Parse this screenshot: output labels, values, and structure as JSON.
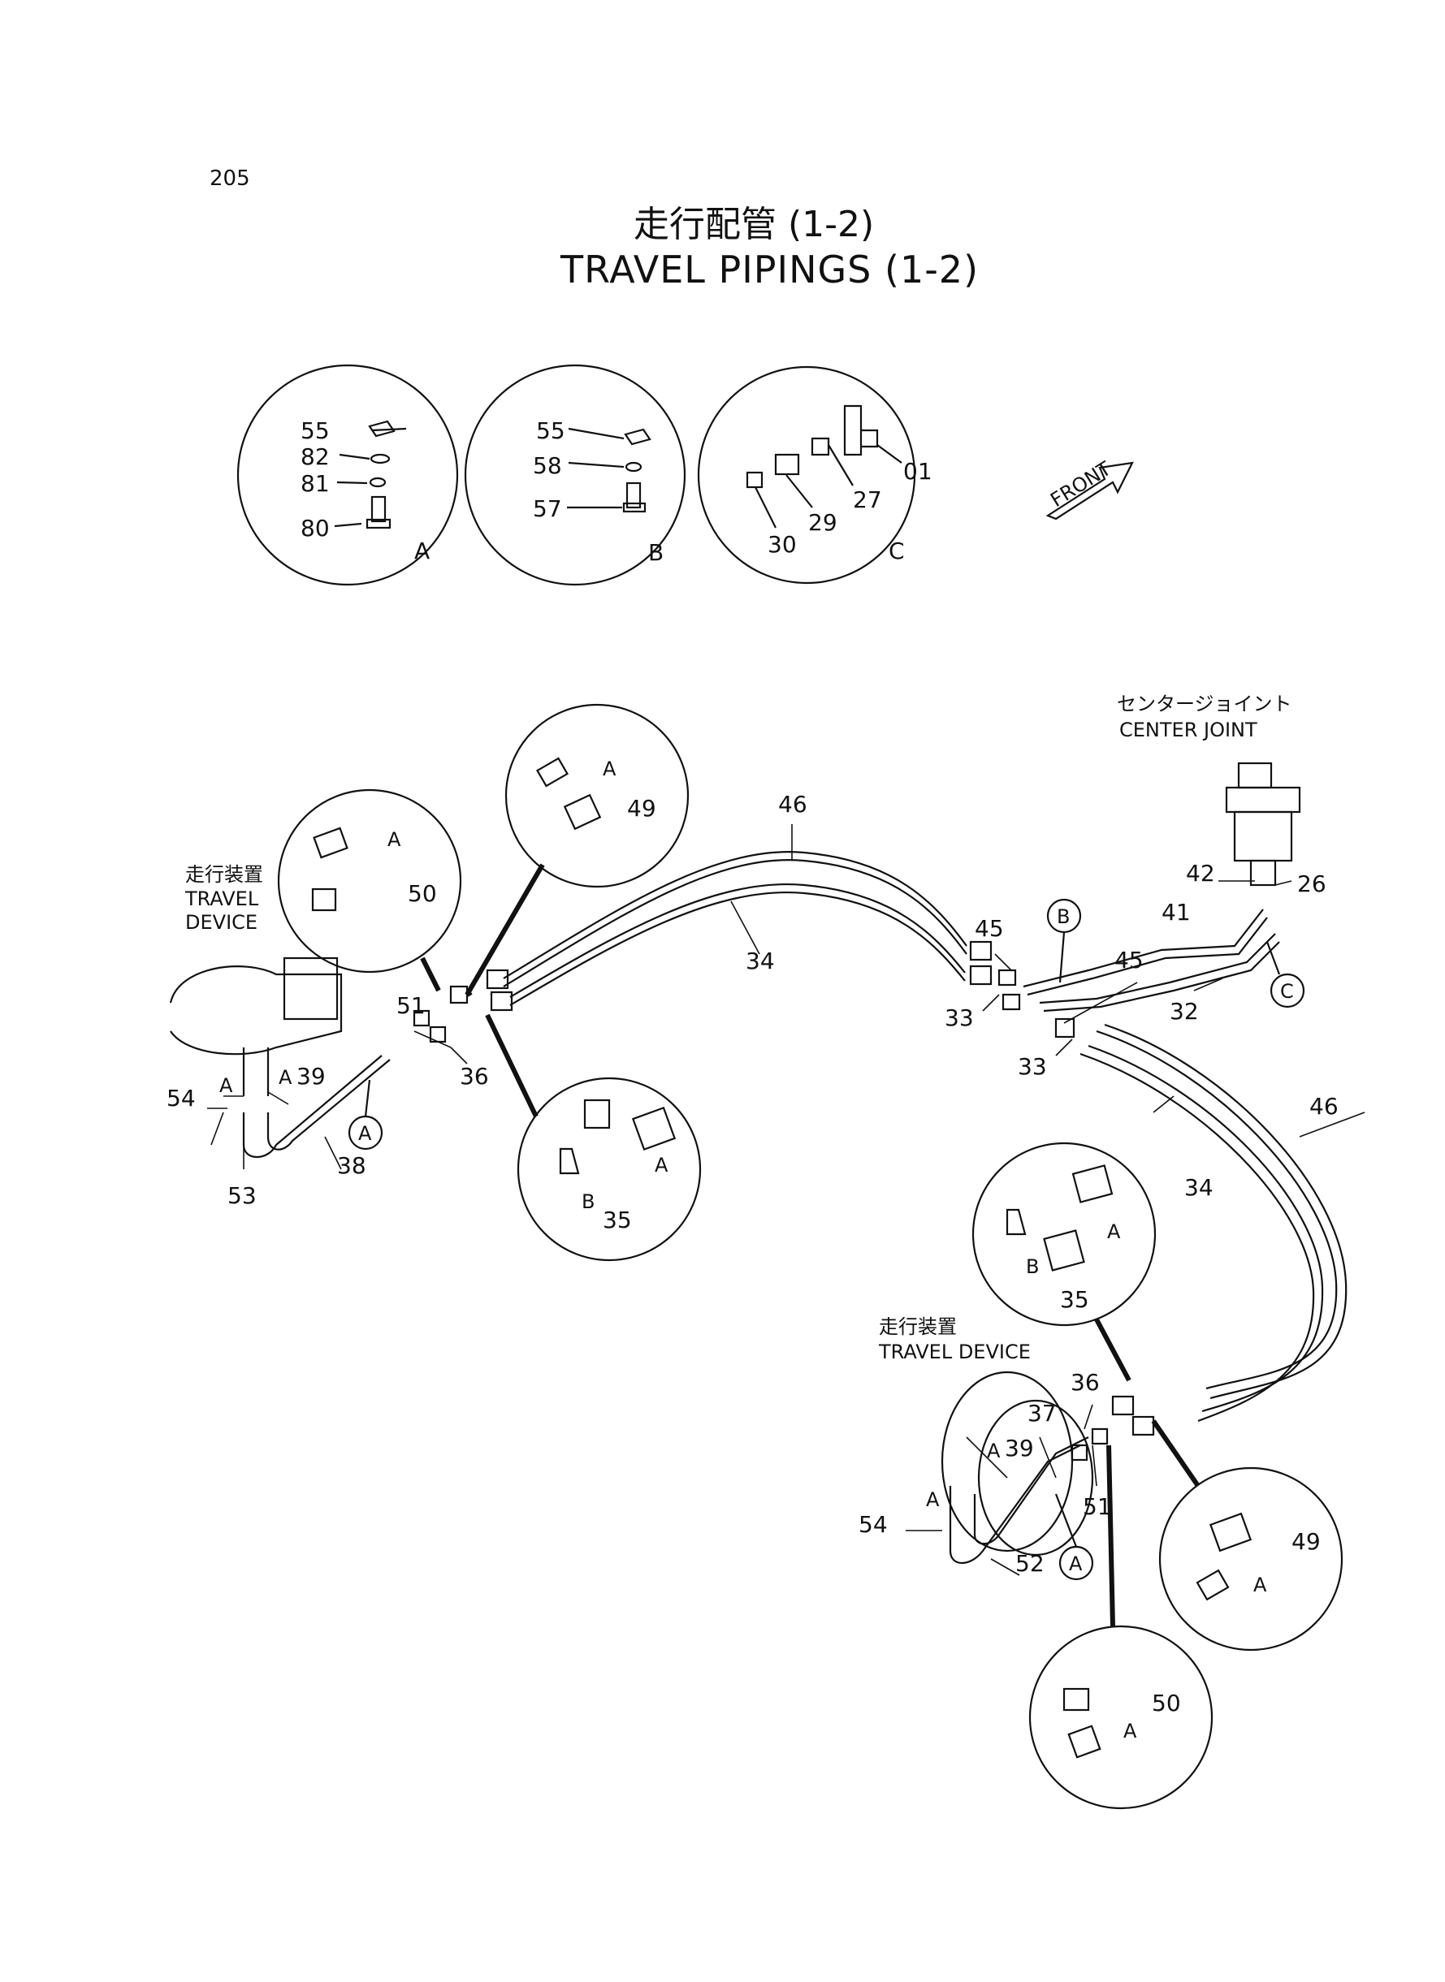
{
  "page_number": "205",
  "title_jp": "走行配管 (1-2)",
  "title_en": "TRAVEL PIPINGS (1-2)",
  "front_label": "FRONT",
  "callouts": {
    "A": "A",
    "B": "B",
    "C": "C"
  },
  "detail_A": {
    "letter": "A",
    "parts": [
      "55",
      "82",
      "81",
      "80"
    ]
  },
  "detail_B": {
    "letter": "B",
    "parts": [
      "55",
      "58",
      "57"
    ]
  },
  "detail_C": {
    "letter": "C",
    "parts": [
      "01",
      "27",
      "29",
      "30"
    ]
  },
  "labels": {
    "center_joint_jp": "センタージョイント",
    "center_joint_en": "CENTER JOINT",
    "travel_device_left_jp": "走行装置",
    "travel_device_left_en1": "TRAVEL",
    "travel_device_left_en2": "DEVICE",
    "travel_device_right_jp": "走行装置",
    "travel_device_right_en": "TRAVEL DEVICE"
  },
  "part_numbers": {
    "p46a": "46",
    "p34a": "34",
    "p41": "41",
    "p42": "42",
    "p26": "26",
    "p45a": "45",
    "p45b": "45",
    "p32": "32",
    "p33a": "33",
    "p33b": "33",
    "p46b": "46",
    "p34b": "34",
    "p51a": "51",
    "p36a": "36",
    "p39a": "39",
    "p54a": "54",
    "p53": "53",
    "p38": "38",
    "p36b": "36",
    "p37": "37",
    "p39b": "39",
    "p54b": "54",
    "p52": "52",
    "p51b": "51",
    "p49a": "49",
    "p50a": "50",
    "p35a": "35",
    "p35b": "35",
    "p49b": "49",
    "p50b": "50"
  }
}
